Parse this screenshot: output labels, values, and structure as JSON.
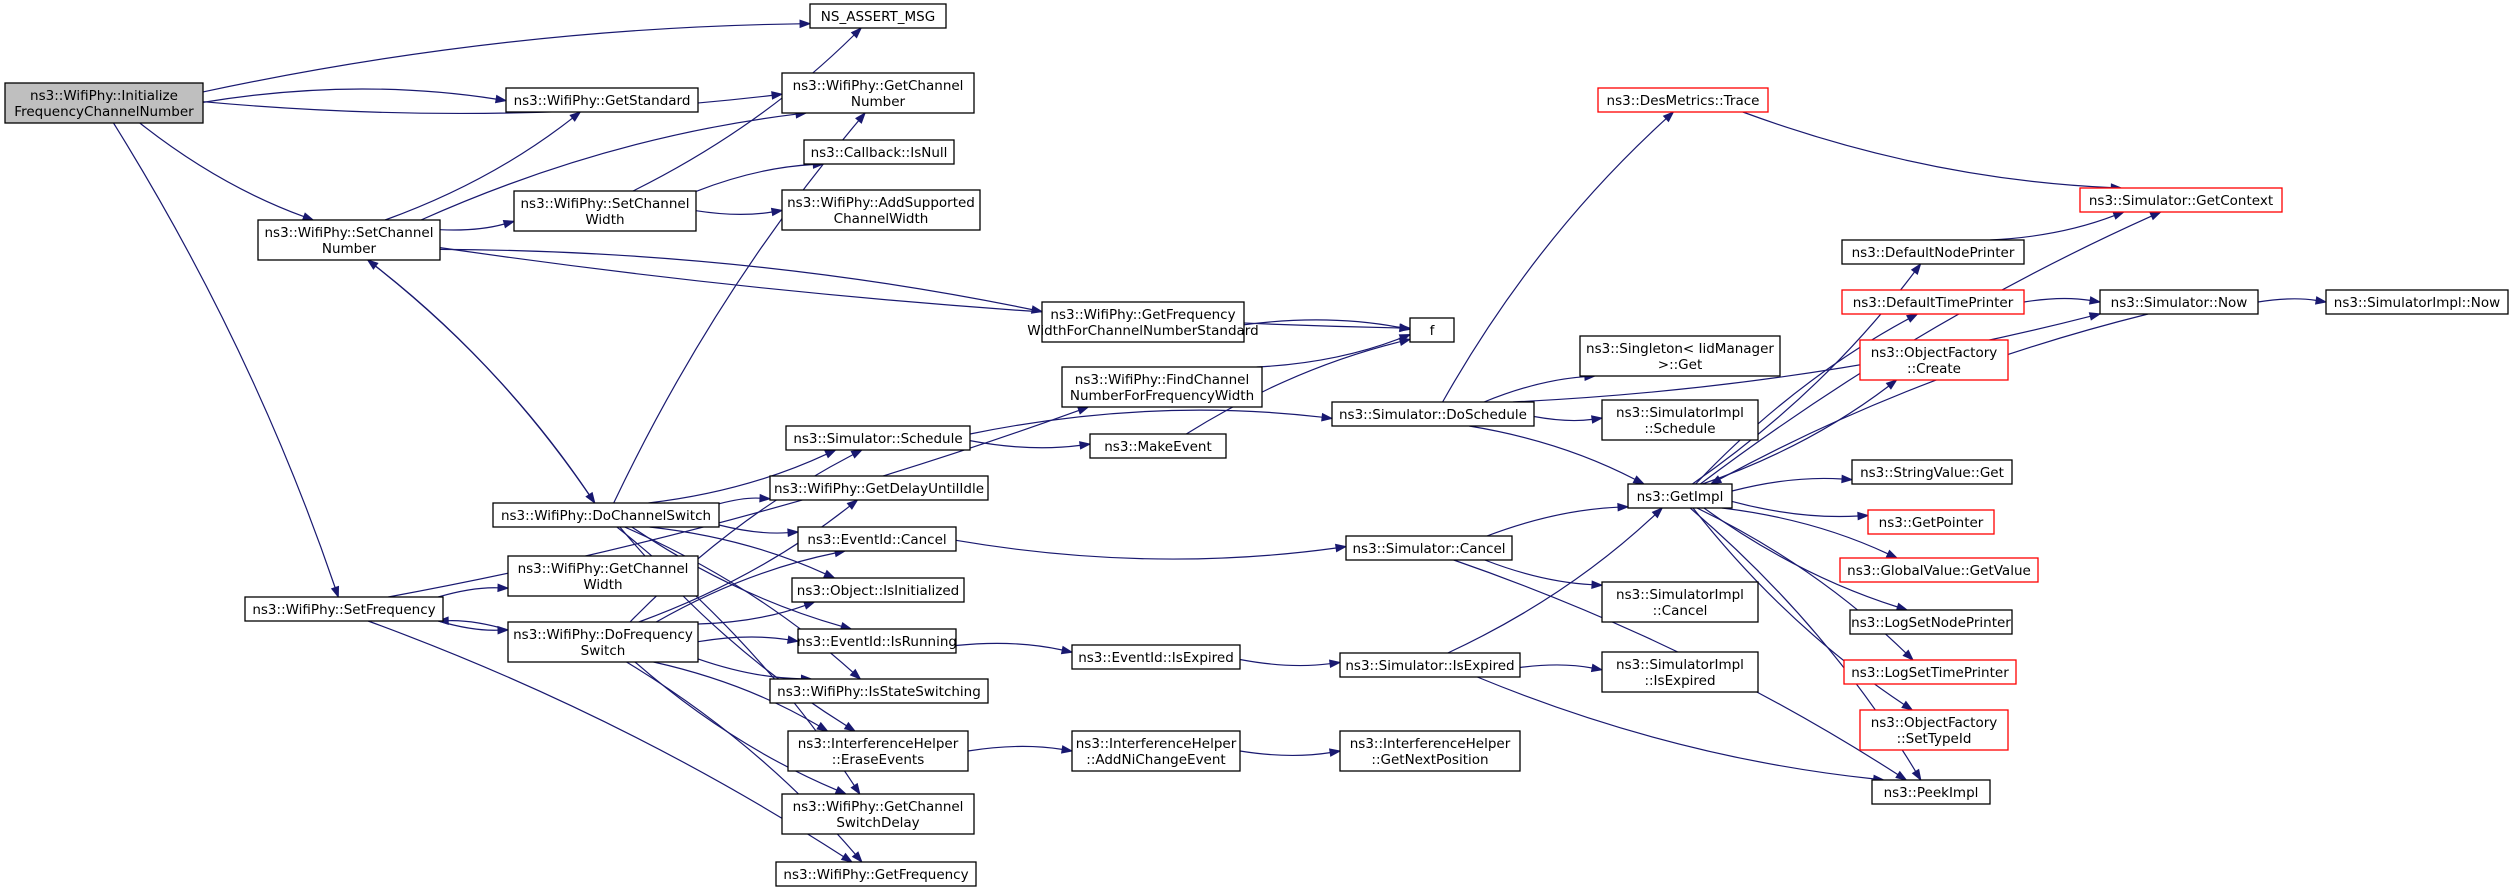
{
  "colors": {
    "edge": "#191970",
    "border_default": "#000000",
    "border_truncated": "#ff0000",
    "root_fill": "#bfbfbf",
    "node_fill": "#ffffff"
  },
  "nodes": [
    {
      "id": "root",
      "lines": [
        "ns3::WifiPhy::Initialize",
        "FrequencyChannelNumber"
      ],
      "style": "root"
    },
    {
      "id": "assert",
      "lines": [
        "NS_ASSERT_MSG"
      ],
      "style": "normal"
    },
    {
      "id": "getChNum",
      "lines": [
        "ns3::WifiPhy::GetChannel",
        "Number"
      ],
      "style": "normal"
    },
    {
      "id": "getStd",
      "lines": [
        "ns3::WifiPhy::GetStandard"
      ],
      "style": "normal"
    },
    {
      "id": "cbNull",
      "lines": [
        "ns3::Callback::IsNull"
      ],
      "style": "normal"
    },
    {
      "id": "setChW",
      "lines": [
        "ns3::WifiPhy::SetChannel",
        "Width"
      ],
      "style": "normal"
    },
    {
      "id": "addSup",
      "lines": [
        "ns3::WifiPhy::AddSupported",
        "ChannelWidth"
      ],
      "style": "normal"
    },
    {
      "id": "setChN",
      "lines": [
        "ns3::WifiPhy::SetChannel",
        "Number"
      ],
      "style": "normal"
    },
    {
      "id": "getFW",
      "lines": [
        "ns3::WifiPhy::GetFrequency",
        "WidthForChannelNumberStandard"
      ],
      "style": "normal"
    },
    {
      "id": "findCh",
      "lines": [
        "ns3::WifiPhy::FindChannel",
        "NumberForFrequencyWidth"
      ],
      "style": "normal"
    },
    {
      "id": "f",
      "lines": [
        "f"
      ],
      "style": "normal"
    },
    {
      "id": "schedule",
      "lines": [
        "ns3::Simulator::Schedule"
      ],
      "style": "normal"
    },
    {
      "id": "makeEv",
      "lines": [
        "ns3::MakeEvent"
      ],
      "style": "normal"
    },
    {
      "id": "getDelayIdle",
      "lines": [
        "ns3::WifiPhy::GetDelayUntilIdle"
      ],
      "style": "normal"
    },
    {
      "id": "doChSw",
      "lines": [
        "ns3::WifiPhy::DoChannelSwitch"
      ],
      "style": "normal"
    },
    {
      "id": "evCancel",
      "lines": [
        "ns3::EventId::Cancel"
      ],
      "style": "normal"
    },
    {
      "id": "objInit",
      "lines": [
        "ns3::Object::IsInitialized"
      ],
      "style": "normal"
    },
    {
      "id": "getChW",
      "lines": [
        "ns3::WifiPhy::GetChannel",
        "Width"
      ],
      "style": "normal"
    },
    {
      "id": "setFreq",
      "lines": [
        "ns3::WifiPhy::SetFrequency"
      ],
      "style": "normal"
    },
    {
      "id": "doFreqSw",
      "lines": [
        "ns3::WifiPhy::DoFrequency",
        "Switch"
      ],
      "style": "normal"
    },
    {
      "id": "evRun",
      "lines": [
        "ns3::EventId::IsRunning"
      ],
      "style": "normal"
    },
    {
      "id": "isStSw",
      "lines": [
        "ns3::WifiPhy::IsStateSwitching"
      ],
      "style": "normal"
    },
    {
      "id": "erase",
      "lines": [
        "ns3::InterferenceHelper",
        "::EraseEvents"
      ],
      "style": "normal"
    },
    {
      "id": "getChSD",
      "lines": [
        "ns3::WifiPhy::GetChannel",
        "SwitchDelay"
      ],
      "style": "normal"
    },
    {
      "id": "getFreq",
      "lines": [
        "ns3::WifiPhy::GetFrequency"
      ],
      "style": "normal"
    },
    {
      "id": "evExp",
      "lines": [
        "ns3::EventId::IsExpired"
      ],
      "style": "normal"
    },
    {
      "id": "addNi",
      "lines": [
        "ns3::InterferenceHelper",
        "::AddNiChangeEvent"
      ],
      "style": "normal"
    },
    {
      "id": "desTrace",
      "lines": [
        "ns3::DesMetrics::Trace"
      ],
      "style": "truncated"
    },
    {
      "id": "simDoSch",
      "lines": [
        "ns3::Simulator::DoSchedule"
      ],
      "style": "normal"
    },
    {
      "id": "singleton",
      "lines": [
        "ns3::Singleton< IidManager",
        ">::Get"
      ],
      "style": "normal"
    },
    {
      "id": "simImplSch",
      "lines": [
        "ns3::SimulatorImpl",
        "::Schedule"
      ],
      "style": "normal"
    },
    {
      "id": "simCancel",
      "lines": [
        "ns3::Simulator::Cancel"
      ],
      "style": "normal"
    },
    {
      "id": "simImplCancel",
      "lines": [
        "ns3::SimulatorImpl",
        "::Cancel"
      ],
      "style": "normal"
    },
    {
      "id": "simIsExp",
      "lines": [
        "ns3::Simulator::IsExpired"
      ],
      "style": "normal"
    },
    {
      "id": "simImplIsExp",
      "lines": [
        "ns3::SimulatorImpl",
        "::IsExpired"
      ],
      "style": "normal"
    },
    {
      "id": "getNextPos",
      "lines": [
        "ns3::InterferenceHelper",
        "::GetNextPosition"
      ],
      "style": "normal"
    },
    {
      "id": "getImpl",
      "lines": [
        "ns3::GetImpl"
      ],
      "style": "normal"
    },
    {
      "id": "getCtx",
      "lines": [
        "ns3::Simulator::GetContext"
      ],
      "style": "truncated"
    },
    {
      "id": "defNode",
      "lines": [
        "ns3::DefaultNodePrinter"
      ],
      "style": "normal"
    },
    {
      "id": "defTime",
      "lines": [
        "ns3::DefaultTimePrinter"
      ],
      "style": "truncated"
    },
    {
      "id": "simNow",
      "lines": [
        "ns3::Simulator::Now"
      ],
      "style": "normal"
    },
    {
      "id": "simImplNow",
      "lines": [
        "ns3::SimulatorImpl::Now"
      ],
      "style": "normal"
    },
    {
      "id": "objFCreate",
      "lines": [
        "ns3::ObjectFactory",
        "::Create"
      ],
      "style": "truncated"
    },
    {
      "id": "strGet",
      "lines": [
        "ns3::StringValue::Get"
      ],
      "style": "normal"
    },
    {
      "id": "getPtr",
      "lines": [
        "ns3::GetPointer"
      ],
      "style": "truncated"
    },
    {
      "id": "gvGet",
      "lines": [
        "ns3::GlobalValue::GetValue"
      ],
      "style": "truncated"
    },
    {
      "id": "logNode",
      "lines": [
        "ns3::LogSetNodePrinter"
      ],
      "style": "normal"
    },
    {
      "id": "logTime",
      "lines": [
        "ns3::LogSetTimePrinter"
      ],
      "style": "truncated"
    },
    {
      "id": "objFSet",
      "lines": [
        "ns3::ObjectFactory",
        "::SetTypeId"
      ],
      "style": "truncated"
    },
    {
      "id": "peek",
      "lines": [
        "ns3::PeekImpl"
      ],
      "style": "normal"
    }
  ],
  "edges": [
    [
      "root",
      "assert"
    ],
    [
      "root",
      "getChNum"
    ],
    [
      "root",
      "getStd"
    ],
    [
      "root",
      "setChN"
    ],
    [
      "root",
      "setFreq"
    ],
    [
      "setChN",
      "getStd"
    ],
    [
      "setChN",
      "getChNum"
    ],
    [
      "setChN",
      "setChW"
    ],
    [
      "setChN",
      "getFW"
    ],
    [
      "setChN",
      "f"
    ],
    [
      "setChN",
      "doChSw"
    ],
    [
      "setChW",
      "assert"
    ],
    [
      "setChW",
      "cbNull"
    ],
    [
      "setChW",
      "addSup"
    ],
    [
      "getFW",
      "f"
    ],
    [
      "findCh",
      "f"
    ],
    [
      "makeEv",
      "f"
    ],
    [
      "doChSw",
      "setChN"
    ],
    [
      "doChSw",
      "getChNum"
    ],
    [
      "doChSw",
      "schedule"
    ],
    [
      "doChSw",
      "getDelayIdle"
    ],
    [
      "doChSw",
      "evCancel"
    ],
    [
      "doChSw",
      "objInit"
    ],
    [
      "doChSw",
      "evRun"
    ],
    [
      "doChSw",
      "isStSw"
    ],
    [
      "doChSw",
      "erase"
    ],
    [
      "doChSw",
      "getChSD"
    ],
    [
      "setFreq",
      "findCh"
    ],
    [
      "setFreq",
      "getChW"
    ],
    [
      "setFreq",
      "doFreqSw"
    ],
    [
      "setFreq",
      "getFreq"
    ],
    [
      "doFreqSw",
      "setFreq"
    ],
    [
      "doFreqSw",
      "schedule"
    ],
    [
      "doFreqSw",
      "getDelayIdle"
    ],
    [
      "doFreqSw",
      "evCancel"
    ],
    [
      "doFreqSw",
      "objInit"
    ],
    [
      "doFreqSw",
      "evRun"
    ],
    [
      "doFreqSw",
      "isStSw"
    ],
    [
      "doFreqSw",
      "erase"
    ],
    [
      "doFreqSw",
      "getChSD"
    ],
    [
      "doFreqSw",
      "getFreq"
    ],
    [
      "schedule",
      "makeEv"
    ],
    [
      "schedule",
      "simDoSch"
    ],
    [
      "evCancel",
      "simCancel"
    ],
    [
      "evRun",
      "evExp"
    ],
    [
      "evExp",
      "simIsExp"
    ],
    [
      "erase",
      "addNi"
    ],
    [
      "addNi",
      "getNextPos"
    ],
    [
      "simDoSch",
      "desTrace"
    ],
    [
      "simDoSch",
      "simNow"
    ],
    [
      "simDoSch",
      "singleton"
    ],
    [
      "simDoSch",
      "simImplSch"
    ],
    [
      "simDoSch",
      "getImpl"
    ],
    [
      "desTrace",
      "getCtx"
    ],
    [
      "simCancel",
      "getImpl"
    ],
    [
      "simCancel",
      "simImplCancel"
    ],
    [
      "simCancel",
      "peek"
    ],
    [
      "simIsExp",
      "getImpl"
    ],
    [
      "simIsExp",
      "simImplIsExp"
    ],
    [
      "simIsExp",
      "peek"
    ],
    [
      "getImpl",
      "getCtx"
    ],
    [
      "getImpl",
      "defNode"
    ],
    [
      "getImpl",
      "defTime"
    ],
    [
      "getImpl",
      "objFCreate"
    ],
    [
      "getImpl",
      "strGet"
    ],
    [
      "getImpl",
      "getPtr"
    ],
    [
      "getImpl",
      "gvGet"
    ],
    [
      "getImpl",
      "logNode"
    ],
    [
      "getImpl",
      "logTime"
    ],
    [
      "getImpl",
      "objFSet"
    ],
    [
      "getImpl",
      "peek"
    ],
    [
      "defNode",
      "getCtx"
    ],
    [
      "defTime",
      "simNow"
    ],
    [
      "simNow",
      "getImpl"
    ],
    [
      "simNow",
      "simImplNow"
    ]
  ]
}
